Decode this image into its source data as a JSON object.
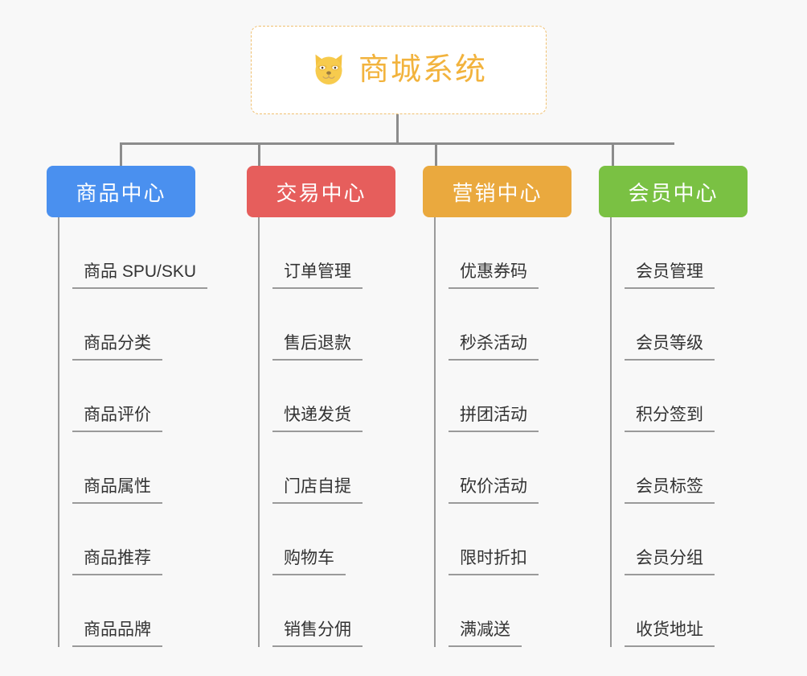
{
  "background_color": "#f8f8f8",
  "root": {
    "title": "商城系统",
    "icon": "shiba-dog-face-icon",
    "title_color": "#f2b33d",
    "border_color": "#f0c070",
    "fill_color": "#ffffff"
  },
  "connector_color": "#8c8c8c",
  "columns": [
    {
      "key": "product",
      "label": "商品中心",
      "color": "#4a90ef",
      "items": [
        "商品 SPU/SKU",
        "商品分类",
        "商品评价",
        "商品属性",
        "商品推荐",
        "商品品牌"
      ]
    },
    {
      "key": "trade",
      "label": "交易中心",
      "color": "#e65e5c",
      "items": [
        "订单管理",
        "售后退款",
        "快递发货",
        "门店自提",
        "购物车",
        "销售分佣"
      ]
    },
    {
      "key": "marketing",
      "label": "营销中心",
      "color": "#eaa93e",
      "items": [
        "优惠券码",
        "秒杀活动",
        "拼团活动",
        "砍价活动",
        "限时折扣",
        "满减送"
      ]
    },
    {
      "key": "member",
      "label": "会员中心",
      "color": "#7ac143",
      "items": [
        "会员管理",
        "会员等级",
        "积分签到",
        "会员标签",
        "会员分组",
        "收货地址"
      ]
    }
  ]
}
